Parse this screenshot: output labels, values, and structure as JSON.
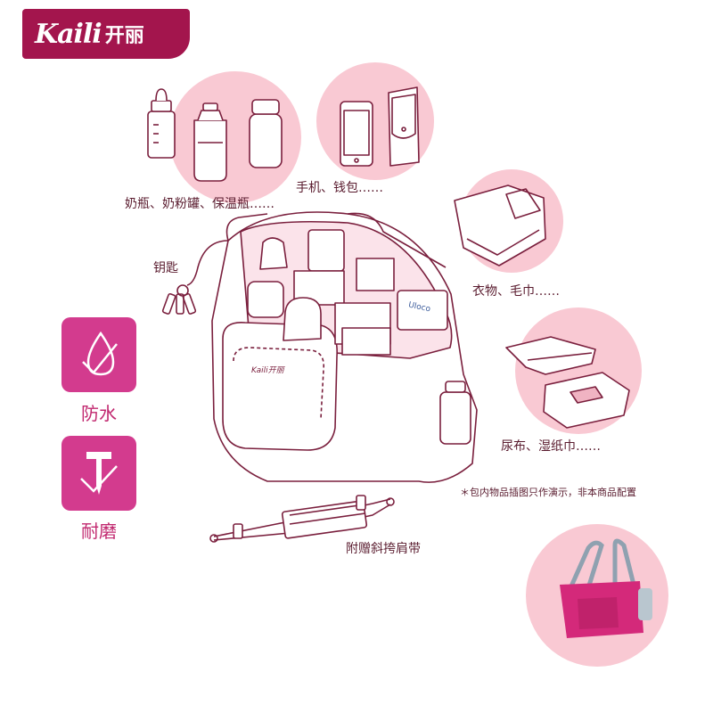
{
  "brand": {
    "logo_en": "Kaili",
    "logo_cn": "开丽",
    "colors": {
      "brand": "#a3154d",
      "accent": "#d33b8e",
      "circle": "#f9c9d3",
      "line": "#7a1f3d"
    }
  },
  "labels": {
    "bottles": "奶瓶、奶粉罐、保温瓶……",
    "phone": "手机、钱包……",
    "keys": "钥匙",
    "clothes": "衣物、毛巾……",
    "diapers": "尿布、湿纸巾……",
    "strap": "附赠斜挎肩带"
  },
  "features": [
    {
      "label": "防水",
      "icon": "water-drop-icon"
    },
    {
      "label": "耐磨",
      "icon": "nail-check-icon"
    }
  ],
  "note": "＊包内物品插图只作演示，非本商品配置",
  "bag_tag": "Kaili开丽",
  "wipes_tag": "Uloco"
}
